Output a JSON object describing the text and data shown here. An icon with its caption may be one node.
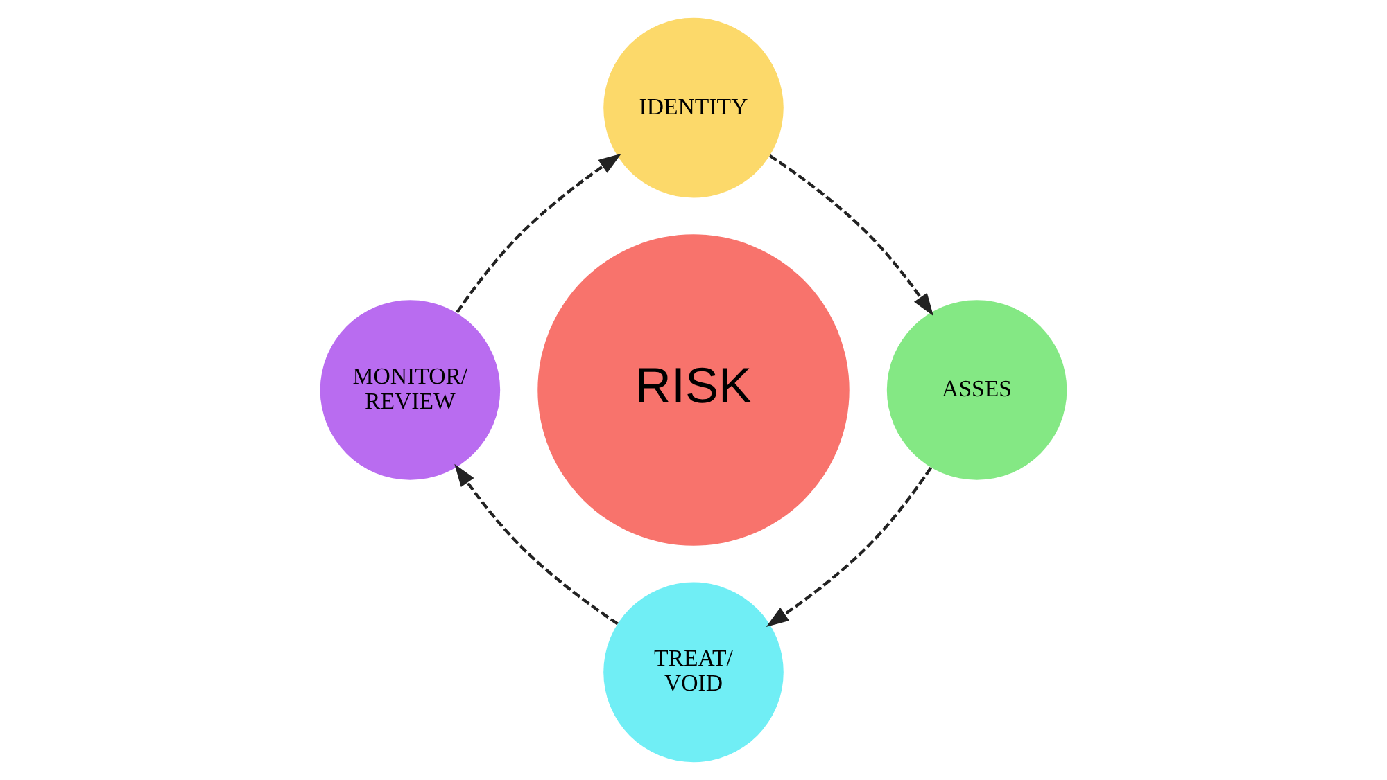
{
  "diagram": {
    "nodes": [
      {
        "text": [
          "RISK"
        ]
      },
      {
        "text": [
          "IDENTITY"
        ]
      },
      {
        "text": [
          "ASSES"
        ]
      },
      {
        "text": [
          "TREAT/ VOID"
        ]
      },
      {
        "text": [
          "MONITOR/ REVIEW"
        ]
      }
    ],
    "edges": [
      {
        "from": 1,
        "to": 2,
        "arrow": "to",
        "style": "dashed"
      },
      {
        "from": 2,
        "to": 3,
        "arrow": "to",
        "style": "dashed"
      },
      {
        "from": 3,
        "to": 4,
        "arrow": "to",
        "style": "dashed"
      },
      {
        "from": 4,
        "to": 1,
        "arrow": "to",
        "style": "dashed"
      }
    ]
  }
}
